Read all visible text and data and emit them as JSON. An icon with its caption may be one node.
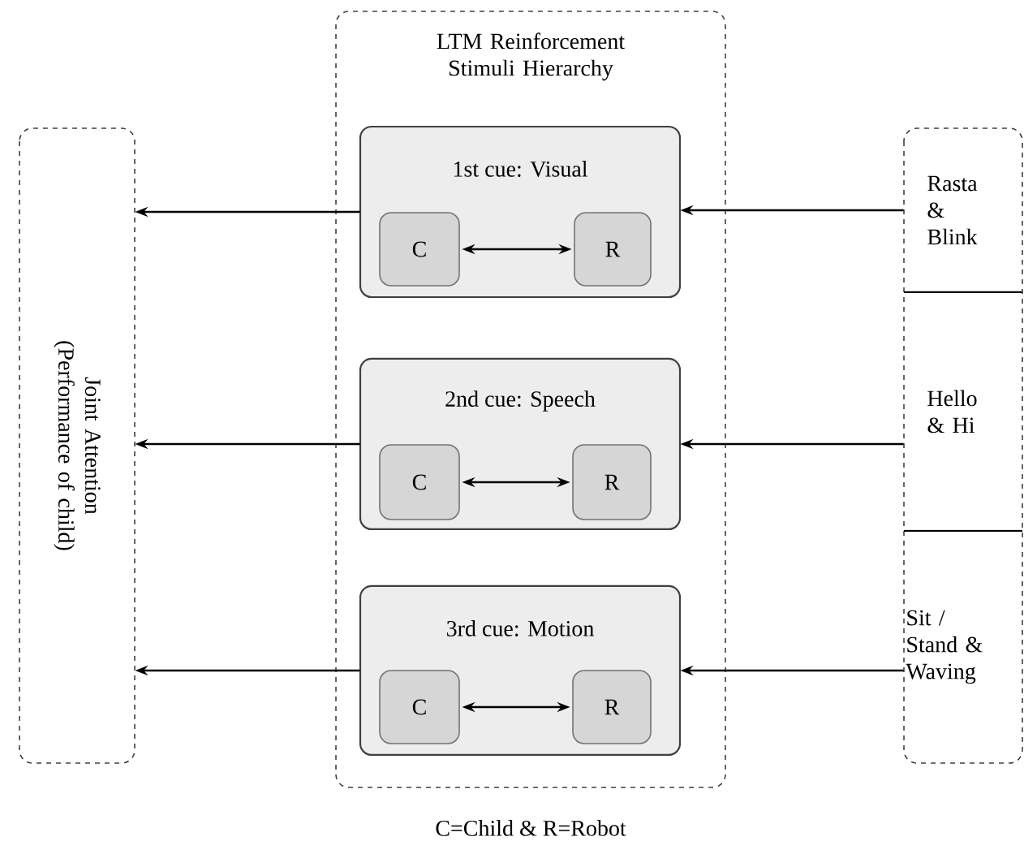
{
  "diagram": {
    "nodes": [
      {
        "text": [
          "Joint Attention (Performance of child)"
        ]
      },
      {
        "text": [
          "LTM Reinforcement Stimuli Hierarchy"
        ]
      },
      {
        "text": [
          "1st cue: Visual"
        ],
        "in": 1
      },
      {
        "text": [
          "C"
        ],
        "in": 2
      },
      {
        "text": [
          "R"
        ],
        "in": 2
      },
      {
        "text": [
          "2nd cue: Speech"
        ],
        "in": 1
      },
      {
        "text": [
          "C"
        ],
        "in": 5
      },
      {
        "text": [
          "R"
        ],
        "in": 5
      },
      {
        "text": [
          "3rd cue: Motion"
        ],
        "in": 1
      },
      {
        "text": [
          "C"
        ],
        "in": 8
      },
      {
        "text": [
          "R"
        ],
        "in": 8
      },
      {
        "text": [],
        "shape": "box"
      },
      {
        "text": [
          "Rasta & Blink"
        ],
        "in": 11
      },
      {
        "text": [
          "Hello & Hi"
        ],
        "in": 11
      },
      {
        "text": [
          "Sit / Stand & Waving"
        ],
        "in": 11
      }
    ],
    "edges": [
      {
        "from": 2,
        "to": 0,
        "arrow": "to"
      },
      {
        "from": 3,
        "to": 4,
        "arrow": "both"
      },
      {
        "from": 5,
        "to": 0,
        "arrow": "to"
      },
      {
        "from": 6,
        "to": 7,
        "arrow": "both"
      },
      {
        "from": 8,
        "to": 0,
        "arrow": "to"
      },
      {
        "from": 9,
        "to": 10,
        "arrow": "both"
      },
      {
        "from": 12,
        "to": 2,
        "arrow": "to"
      },
      {
        "from": 13,
        "to": 5,
        "arrow": "to"
      },
      {
        "from": 14,
        "to": 8,
        "arrow": "to"
      }
    ],
    "labels": [
      "C=Child & R=Robot"
    ]
  }
}
